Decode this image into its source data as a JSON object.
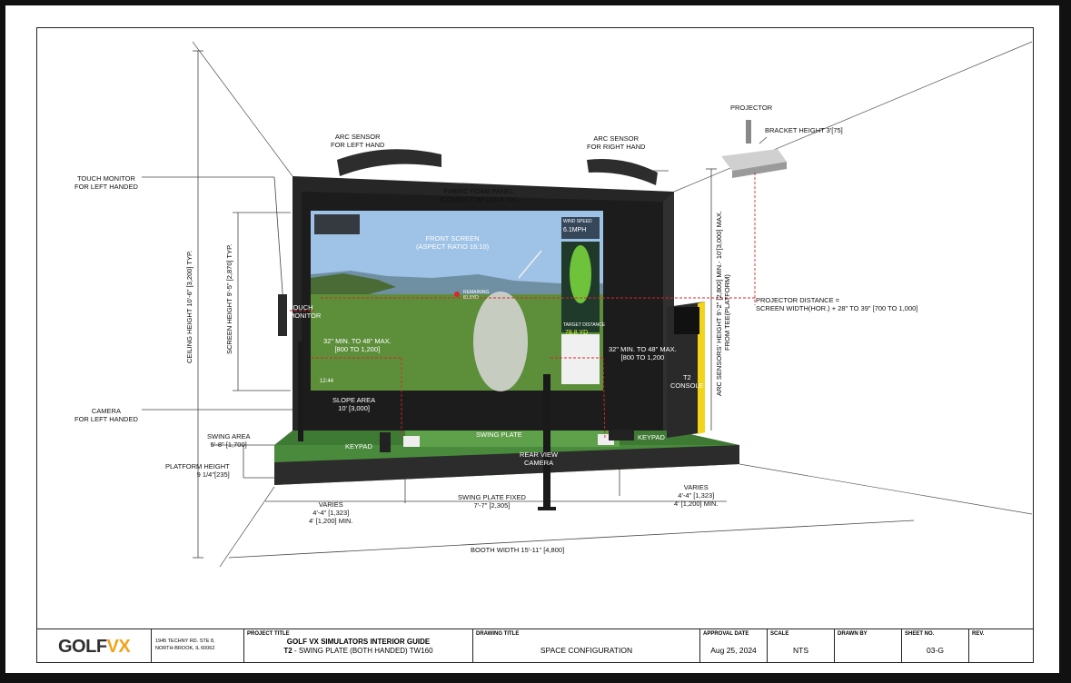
{
  "labels": {
    "arc_left": [
      "ARC SENSOR",
      "FOR LEFT HAND"
    ],
    "arc_right": [
      "ARC SENSOR",
      "FOR RIGHT HAND"
    ],
    "projector": "PROJECTOR",
    "bracket_height": "BRACKET HEIGHT 3'[75]",
    "touch_monitor_left": [
      "TOUCH MONITOR",
      "FOR LEFT HANDED"
    ],
    "fabric_panel": [
      "FABRIC FOAM PANEL",
      "(CONSULT W/ GOLF VX)"
    ],
    "front_screen": [
      "FRONT SCREEN",
      "(ASPECT RATIO 16:10)"
    ],
    "touch_monitor": [
      "TOUCH",
      "MONITOR"
    ],
    "projector_distance": [
      "PROJECTOR DISTANCE =",
      "SCREEN WIDTH(HOR.) + 28\" TO 39\" [700 TO 1,000]"
    ],
    "min_max_left": [
      "32\" MIN. TO 48\" MAX.",
      "[800 TO 1,200]"
    ],
    "min_max_right": [
      "32\" MIN. TO 48\" MAX.",
      "[800 TO 1,200"
    ],
    "t2_console": [
      "T2",
      "CONSOLE"
    ],
    "slope_area": [
      "SLOPE AREA",
      "10' [3,000]"
    ],
    "camera_left": [
      "CAMERA",
      "FOR LEFT HANDED"
    ],
    "swing_area": [
      "SWING AREA",
      "5'-8\" [1,700]"
    ],
    "keypad": "KEYPAD",
    "swing_plate": "SWING PLATE",
    "keypad_right": "KEYPAD",
    "rear_camera": [
      "REAR VIEW",
      "CAMERA"
    ],
    "platform_height": [
      "PLATFORM HEIGHT",
      "9 1/4\"[235]"
    ],
    "varies_left": [
      "VARIES",
      "4'-4\" [1,323]",
      "4' [1,200] MIN."
    ],
    "swing_plate_fixed": [
      "SWING PLATE FIXED",
      "7'-7\" [2,305]"
    ],
    "varies_right": [
      "VARIES",
      "4'-4\" [1,323]",
      "4' [1,200] MIN."
    ],
    "booth_width": "BOOTH WIDTH 15'-11\" [4,800]",
    "ceiling_height": "CEILING HEIGHT 10'-6\" [3,200] TYP.",
    "screen_height": "SCREEN HEIGHT 9'-5\" [2,870] TYP.",
    "arc_sensor_height": [
      "ARC SENSORS' HEIGHT 9'-2\" [2,800] MIN.- 10'[3,000] MAX.",
      "FROM TEE(PLATFORM)"
    ]
  },
  "screen_ui": {
    "wind": "6.1mph",
    "wind_label": "Wind Speed",
    "distance": "78.8 yd",
    "target_label": "Target Distance",
    "time": "12:44",
    "flag_label": "Remaining",
    "flag_value": "81.5yd"
  },
  "title_block": {
    "logo_main": "GOLF",
    "logo_accent": "VX",
    "address": [
      "1945 TECHNY RD. STE 8,",
      "NORTH-BROOK, IL 60062"
    ],
    "project_title_hd": "PROJECT TITLE",
    "project_title_1": "GOLF VX SIMULATORS INTERIOR GUIDE",
    "project_title_2_bold": "T2",
    "project_title_2": " - SWING PLATE (BOTH HANDED) TW160",
    "drawing_title_hd": "DRAWING TITLE",
    "drawing_title": "SPACE CONFIGURATION",
    "approval_hd": "APPROVAL DATE",
    "approval": "Aug 25, 2024",
    "scale_hd": "SCALE",
    "scale": "NTS",
    "drawn_hd": "DRAWN BY",
    "drawn": "",
    "sheet_hd": "SHEET NO.",
    "sheet": "03-G",
    "rev_hd": "REV.",
    "rev": ""
  },
  "colors": {
    "booth": "#262626",
    "panel": "#1b1b1b",
    "turf": "#3f7a34",
    "sky": "#9fc3e6",
    "fairway": "#5d8f3b",
    "dim_red": "#d9262b",
    "console_accent": "#f2d41b",
    "logo_accent": "#f2a31b"
  }
}
